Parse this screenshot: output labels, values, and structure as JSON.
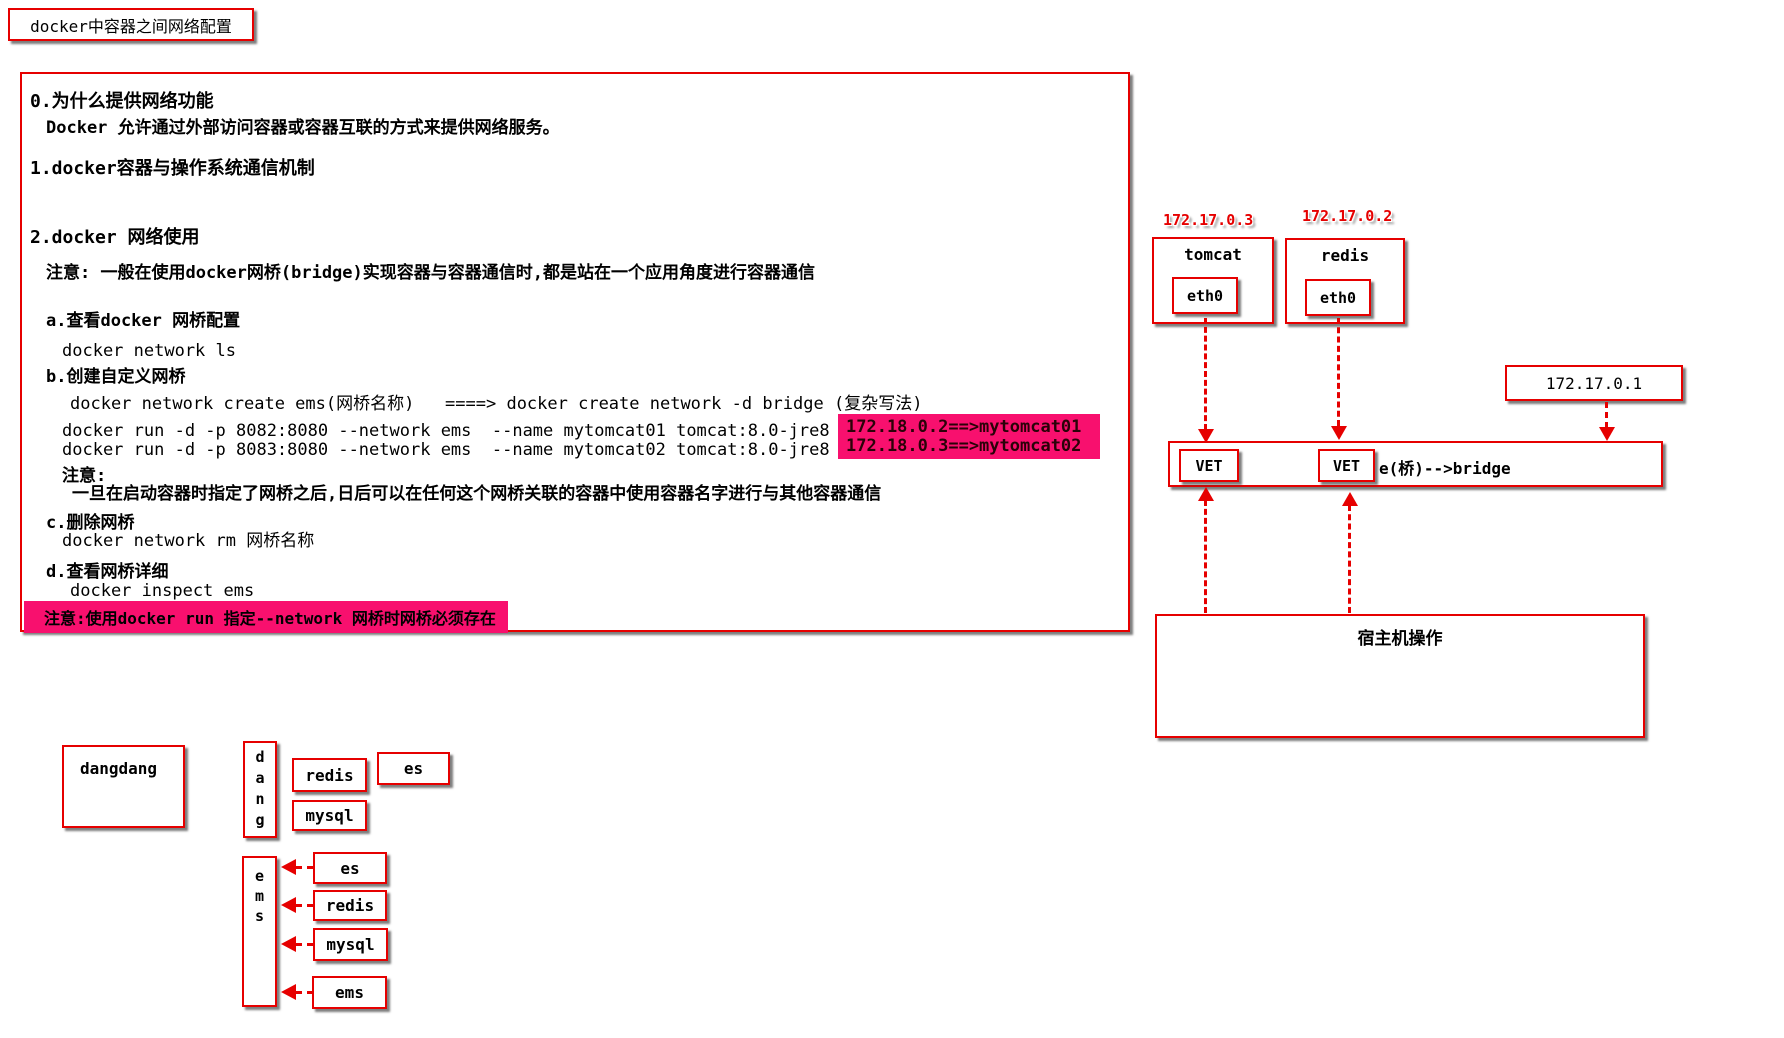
{
  "title": "docker中容器之间网络配置",
  "colors": {
    "accent_red": "#e60000",
    "highlight_pink": "#f8106e"
  },
  "notes": {
    "s0_title": "0.为什么提供网络功能",
    "s0_body": "Docker 允许通过外部访问容器或容器互联的方式来提供网络服务。",
    "s1_title": "1.docker容器与操作系统通信机制",
    "s2_title": "2.docker 网络使用",
    "s2_note": "注意: 一般在使用docker网桥(bridge)实现容器与容器通信时,都是站在一个应用角度进行容器通信",
    "a_title": "a.查看docker 网桥配置",
    "a_cmd": "docker network ls",
    "b_title": "b.创建自定义网桥",
    "b_cmd": "docker network create ems(网桥名称)   ====> docker create network -d bridge (复杂写法)",
    "run1": "docker run -d -p 8082:8080 --network ems  --name mytomcat01 tomcat:8.0-jre8",
    "run2": "docker run -d -p 8083:8080 --network ems  --name mytomcat02 tomcat:8.0-jre8",
    "hl1": "172.18.0.2==>mytomcat01",
    "hl2": "172.18.0.3==>mytomcat02",
    "note2_label": "注意:",
    "note2_body": "一旦在启动容器时指定了网桥之后,日后可以在任何这个网桥关联的容器中使用容器名字进行与其他容器通信",
    "c_title": "c.删除网桥",
    "c_cmd": "docker network rm 网桥名称",
    "d_title": "d.查看网桥详细",
    "d_cmd": "docker inspect ems",
    "warning": "注意:使用docker run 指定--network 网桥时网桥必须存在"
  },
  "bridge_diagram": {
    "tomcat": {
      "ip": "172.17.0.3",
      "name": "tomcat",
      "iface": "eth0"
    },
    "redis": {
      "ip": "172.17.0.2",
      "name": "redis",
      "iface": "eth0"
    },
    "gateway_ip": "172.17.0.1",
    "vet1": "VET",
    "vet2": "VET",
    "bridge_label": "e(桥)-->bridge",
    "host_label": "宿主机操作"
  },
  "app_diagram": {
    "legacy": {
      "app": "dangdang",
      "column": [
        "d",
        "a",
        "n",
        "g"
      ],
      "services": [
        "redis",
        "es",
        "mysql"
      ]
    },
    "ems": {
      "column": [
        "e",
        "m",
        "s"
      ],
      "services": [
        "es",
        "redis",
        "mysql",
        "ems"
      ]
    }
  }
}
